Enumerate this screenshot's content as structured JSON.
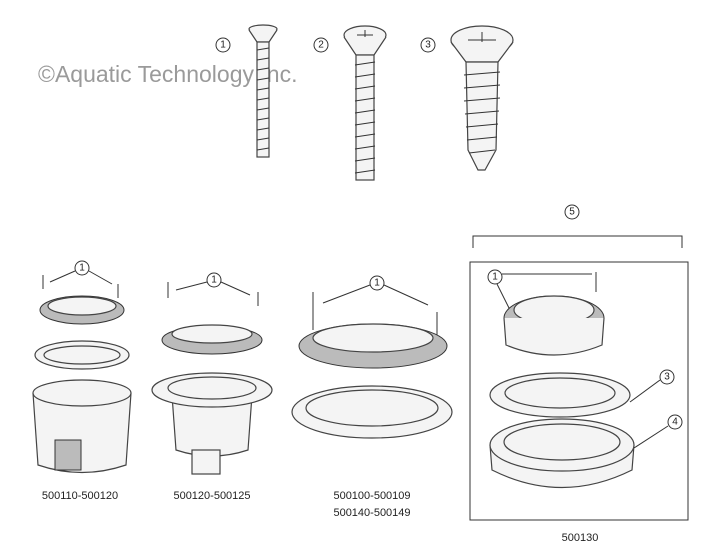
{
  "watermark": "©Aquatic Technology Inc.",
  "callouts": {
    "screw1": "1",
    "screw2": "2",
    "screw3": "3",
    "group1": "1",
    "group2": "1",
    "group3": "1",
    "kit": "5",
    "kit_lid_screws": "1",
    "kit_ring_screws": "3",
    "kit_base": "4"
  },
  "part_numbers": {
    "group1": "500110-500120",
    "group2": "500120-500125",
    "group3_a": "500100-500109",
    "group3_b": "500140-500149",
    "kit": "500130"
  }
}
